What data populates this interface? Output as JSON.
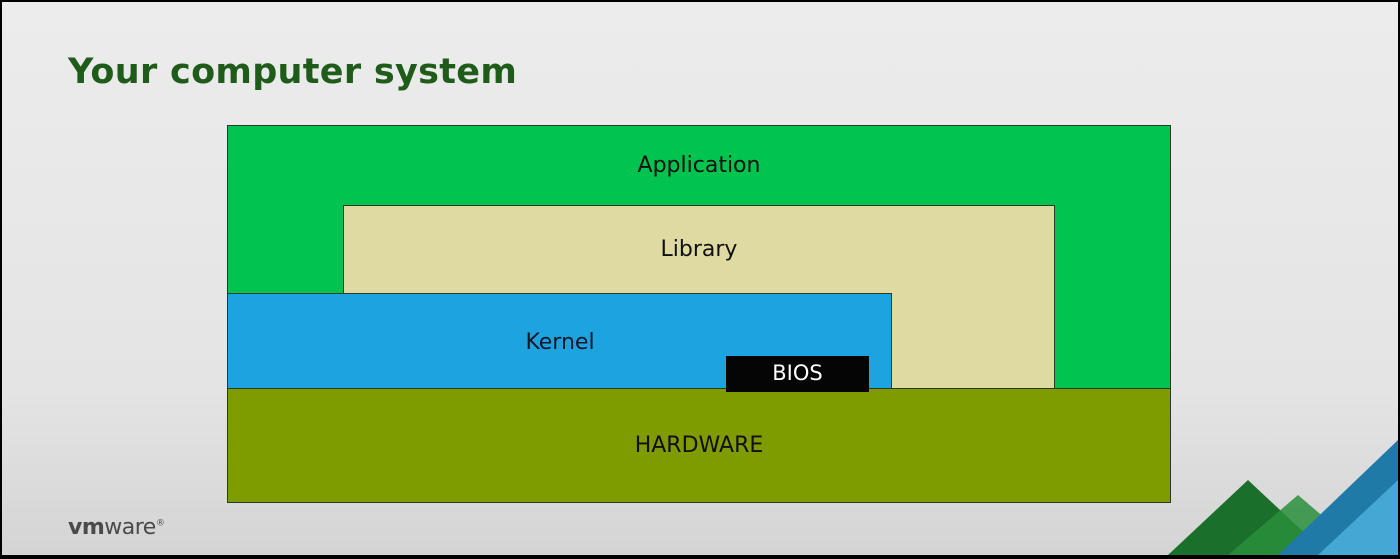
{
  "slide": {
    "title": "Your computer system"
  },
  "diagram": {
    "layers": {
      "application": "Application",
      "library": "Library",
      "kernel": "Kernel",
      "bios": "BIOS",
      "hardware": "HARDWARE"
    },
    "colors": {
      "application": "#00c44f",
      "library": "#dedaa2",
      "kernel": "#1ea3e1",
      "bios": "#050505",
      "hardware": "#7e9b00"
    }
  },
  "branding": {
    "logo": "vmware",
    "logo_icon": "vmware-logo-icon",
    "corner_decoration": "triangle-decoration"
  }
}
